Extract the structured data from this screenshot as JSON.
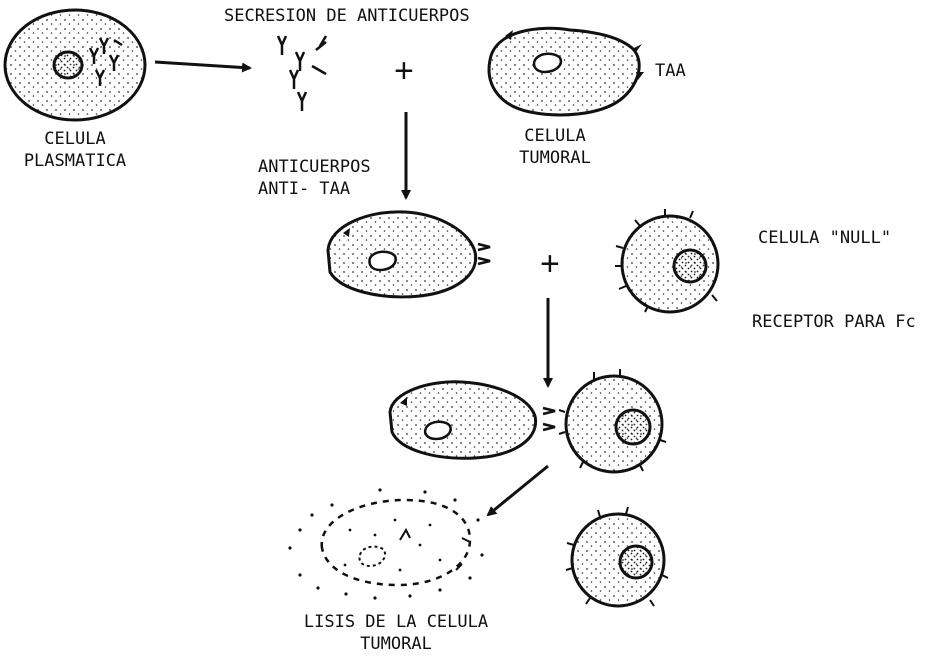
{
  "labels": {
    "secretion": "SECRESION DE ANTICUERPOS",
    "plasma_cell_line1": "CELULA",
    "plasma_cell_line2": "PLASMATICA",
    "tumor_cell_line1": "CELULA",
    "tumor_cell_line2": "TUMORAL",
    "taa": "TAA",
    "antibodies_line1": "ANTICUERPOS",
    "antibodies_line2": "ANTI- TAA",
    "null_cell": "CELULA \"NULL\"",
    "fc_receptor": "RECEPTOR PARA Fc",
    "lysis_line1": "LISIS DE LA CELULA",
    "lysis_line2": "TUMORAL"
  },
  "plus_sign": "+",
  "colors": {
    "ink": "#111111",
    "stipple": "#333333",
    "background": "#ffffff"
  }
}
